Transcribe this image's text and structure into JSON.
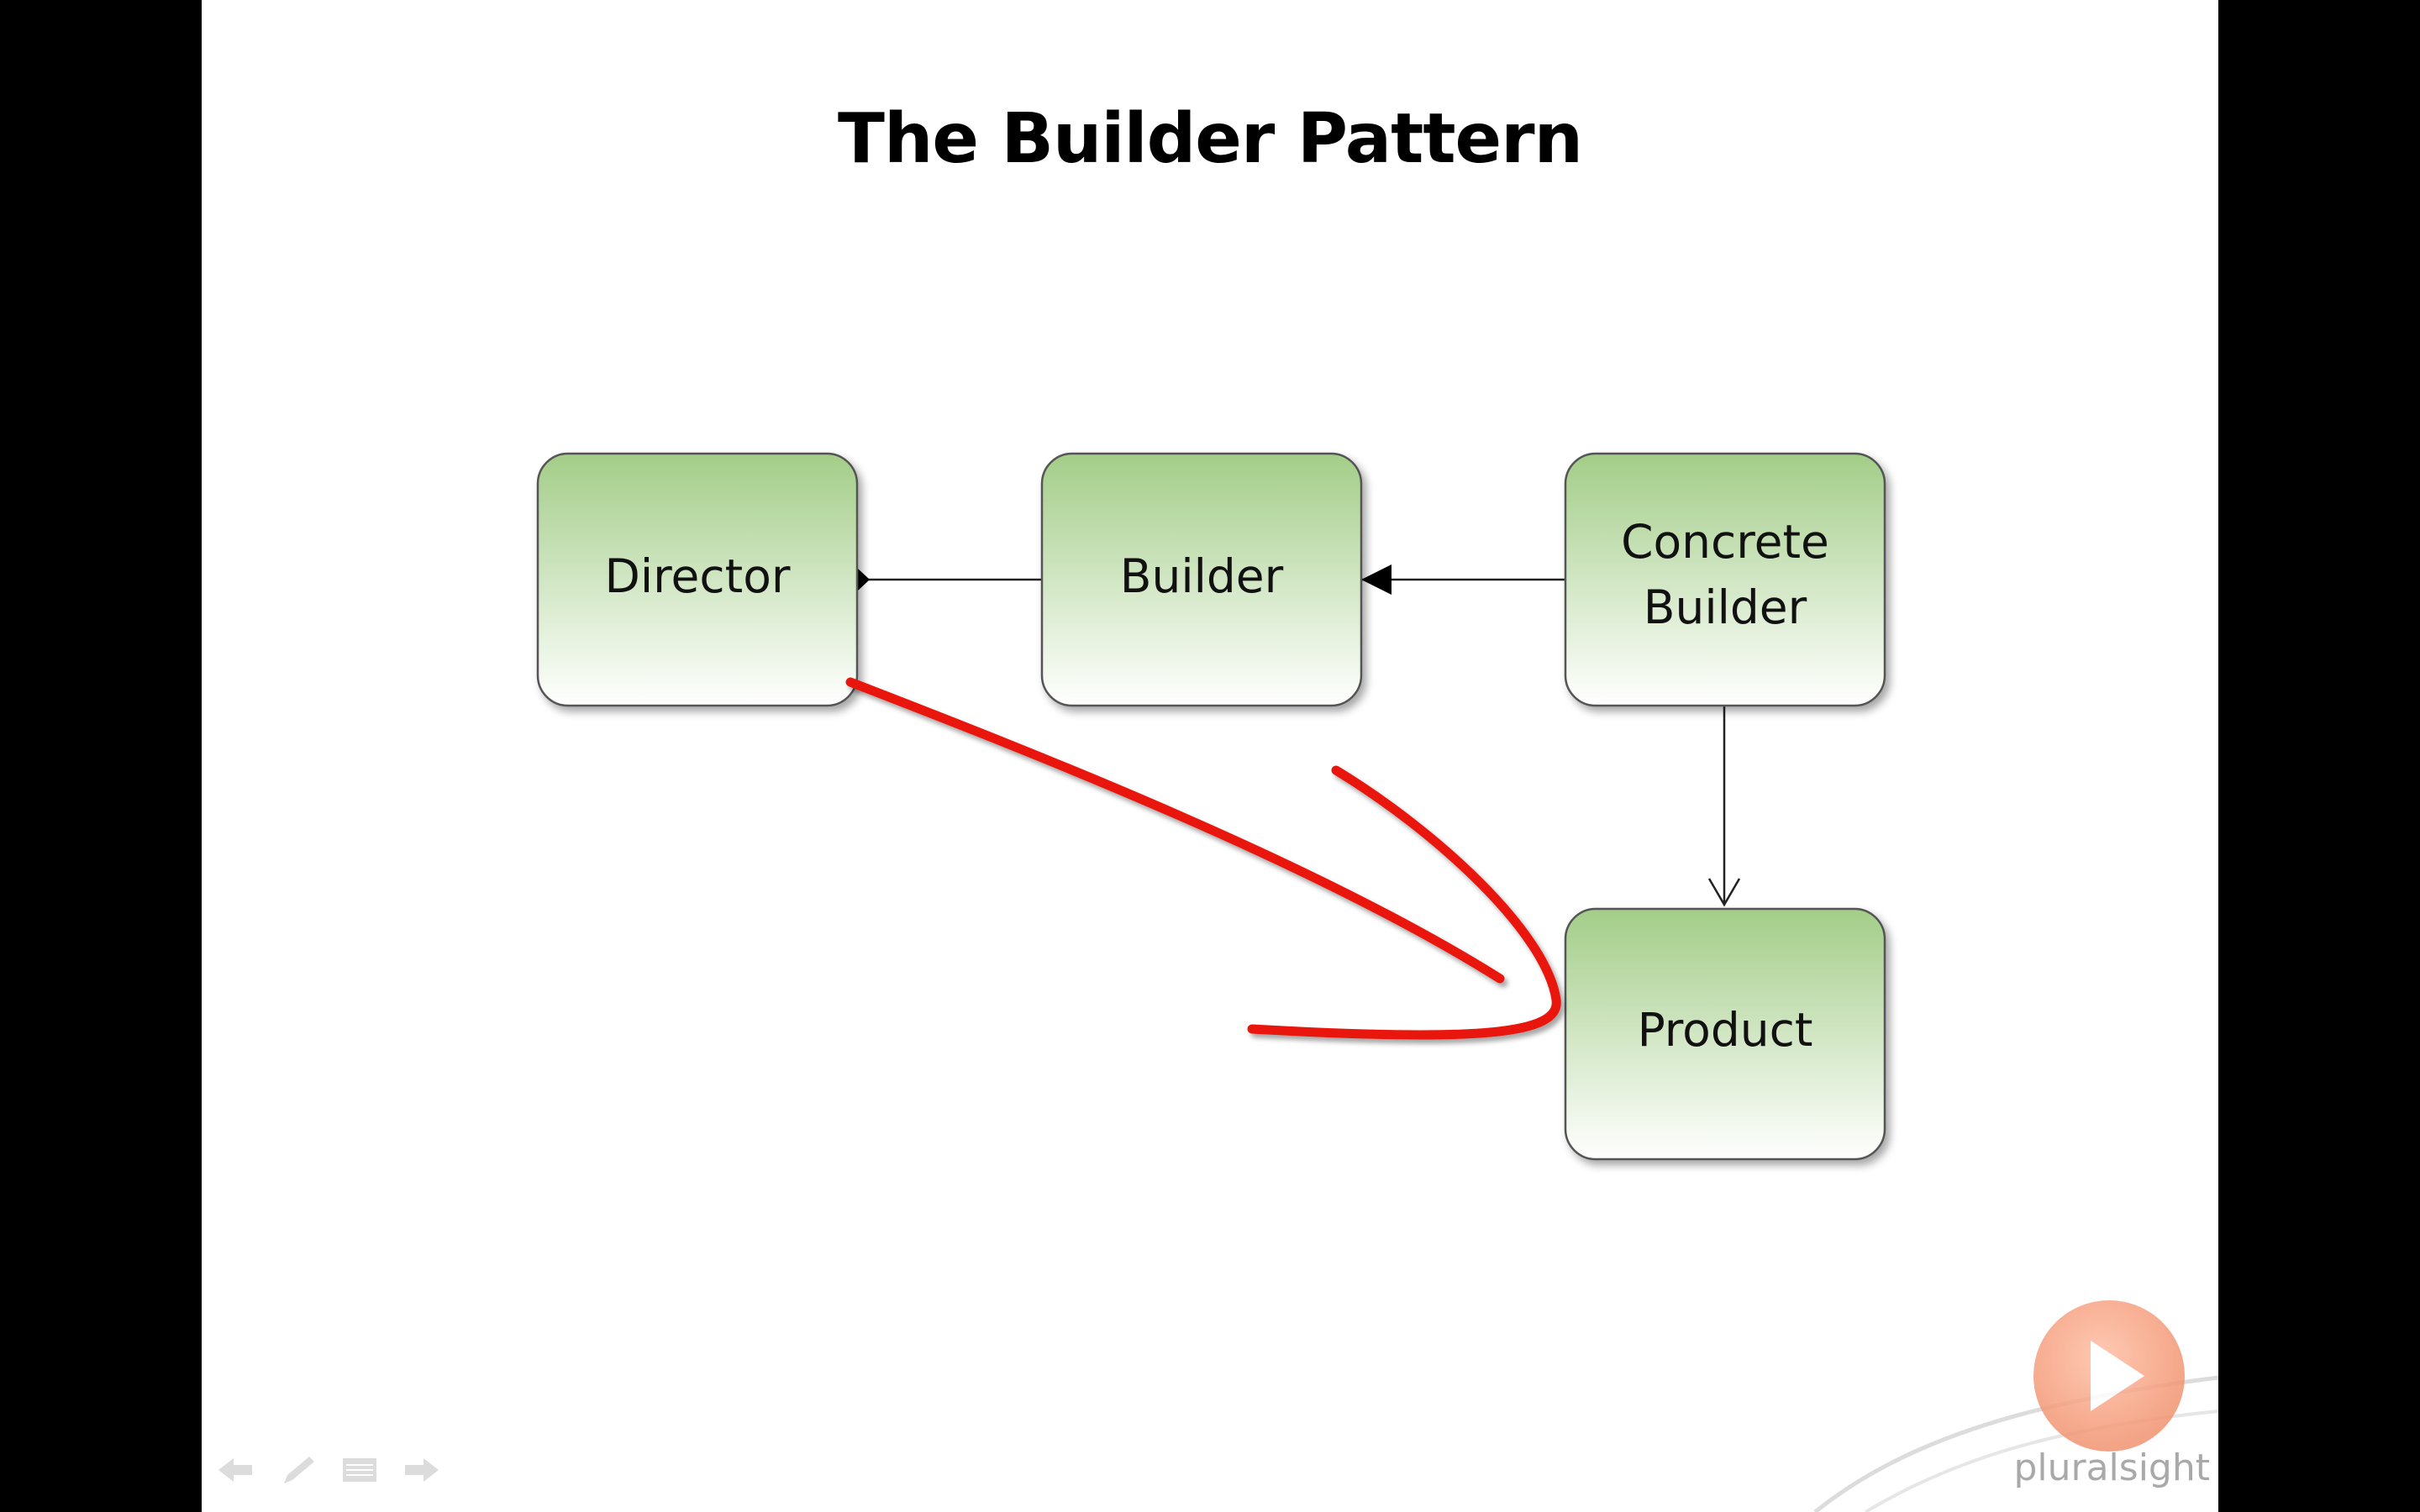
{
  "slide": {
    "title": "The Builder Pattern"
  },
  "diagram": {
    "nodes": [
      {
        "id": "director",
        "label_lines": [
          "Director"
        ]
      },
      {
        "id": "builder",
        "label_lines": [
          "Builder"
        ]
      },
      {
        "id": "concrete-builder",
        "label_lines": [
          "Concrete",
          "Builder"
        ]
      },
      {
        "id": "product",
        "label_lines": [
          "Product"
        ]
      }
    ],
    "edges": [
      {
        "from": "director",
        "to": "builder",
        "type": "aggregation"
      },
      {
        "from": "concrete-builder",
        "to": "builder",
        "type": "inheritance"
      },
      {
        "from": "concrete-builder",
        "to": "product",
        "type": "association"
      }
    ],
    "annotation": {
      "type": "hand-drawn-arrow",
      "from": "director",
      "to": "product",
      "color": "#e8140c"
    },
    "colors": {
      "box_top": "#a3cd88",
      "box_bottom": "#ffffff",
      "box_border": "#555555"
    }
  },
  "player": {
    "controls": [
      {
        "name": "previous-icon"
      },
      {
        "name": "pen-icon"
      },
      {
        "name": "menu-icon"
      },
      {
        "name": "next-icon"
      }
    ],
    "play_button": {
      "icon": "play-icon",
      "color": "#f49a78"
    },
    "brand": "pluralsight"
  }
}
